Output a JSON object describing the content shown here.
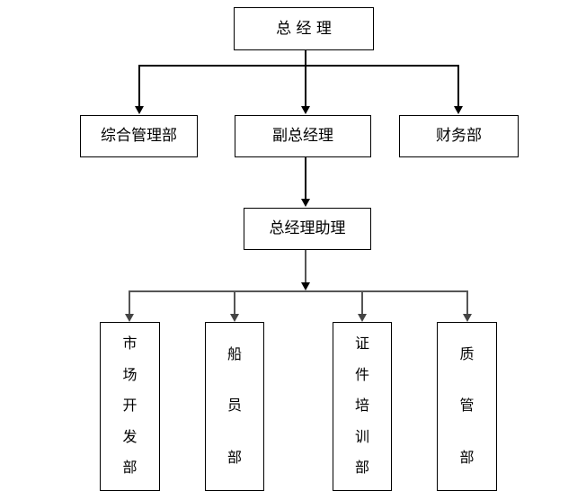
{
  "chart": {
    "title_node": {
      "label": "总 经 理"
    },
    "level2": [
      {
        "label": "综合管理部"
      },
      {
        "label": "副总经理"
      },
      {
        "label": "财务部"
      }
    ],
    "level3": [
      {
        "label": "总经理助理"
      }
    ],
    "level4": [
      {
        "label": "市场开发部",
        "chars": [
          "市",
          "场",
          "开",
          "发",
          "部"
        ]
      },
      {
        "label": "船员部",
        "chars": [
          "船",
          "员",
          "部"
        ]
      },
      {
        "label": "证件培训部",
        "chars": [
          "证",
          "件",
          "培",
          "训",
          "部"
        ]
      },
      {
        "label": "质管部",
        "chars": [
          "质",
          "管",
          "部"
        ]
      }
    ],
    "colors": {
      "box_border": "#000000",
      "box_fill": "#ffffff",
      "connector_top": "#000000",
      "connector_bottom": "#555555",
      "text": "#000000",
      "background": "#ffffff"
    }
  }
}
